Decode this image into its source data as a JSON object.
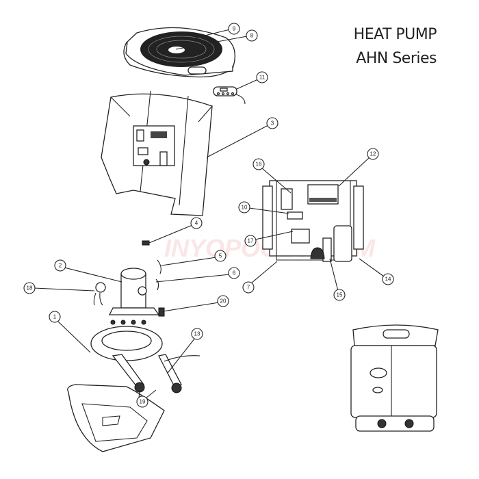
{
  "title": {
    "line1": "HEAT PUMP",
    "line2": "AHN Series"
  },
  "watermark": "INYOPOOLS.COM",
  "callouts": {
    "c1": "1",
    "c2": "2",
    "c3": "3",
    "c4": "4",
    "c5": "5",
    "c6": "6",
    "c7": "7",
    "c8": "8",
    "c9": "9",
    "c10": "10",
    "c11": "11",
    "c12": "12",
    "c13": "13",
    "c14": "14",
    "c15": "15",
    "c16": "16",
    "c17": "17",
    "c18": "18",
    "c19": "19",
    "c20": "20"
  }
}
